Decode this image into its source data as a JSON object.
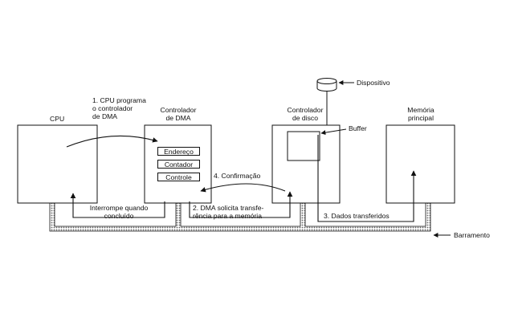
{
  "blocks": {
    "cpu": "CPU",
    "dma": "Controlador\nde DMA",
    "disk": "Controlador\nde disco",
    "memory": "Memória\nprincipal",
    "buffer": "Buffer",
    "device": "Dispositivo",
    "bus": "Barramento"
  },
  "registers": [
    "Endereço",
    "Contador",
    "Controle"
  ],
  "steps": {
    "step1": "1. CPU programa\no controlador\nde DMA",
    "step2": "2. DMA solicita transfe-\nrência para a memória",
    "step3": "3. Dados transferidos",
    "step4": "4. Confirmação",
    "interrupt": "Interrompe quando\nconcluído"
  }
}
